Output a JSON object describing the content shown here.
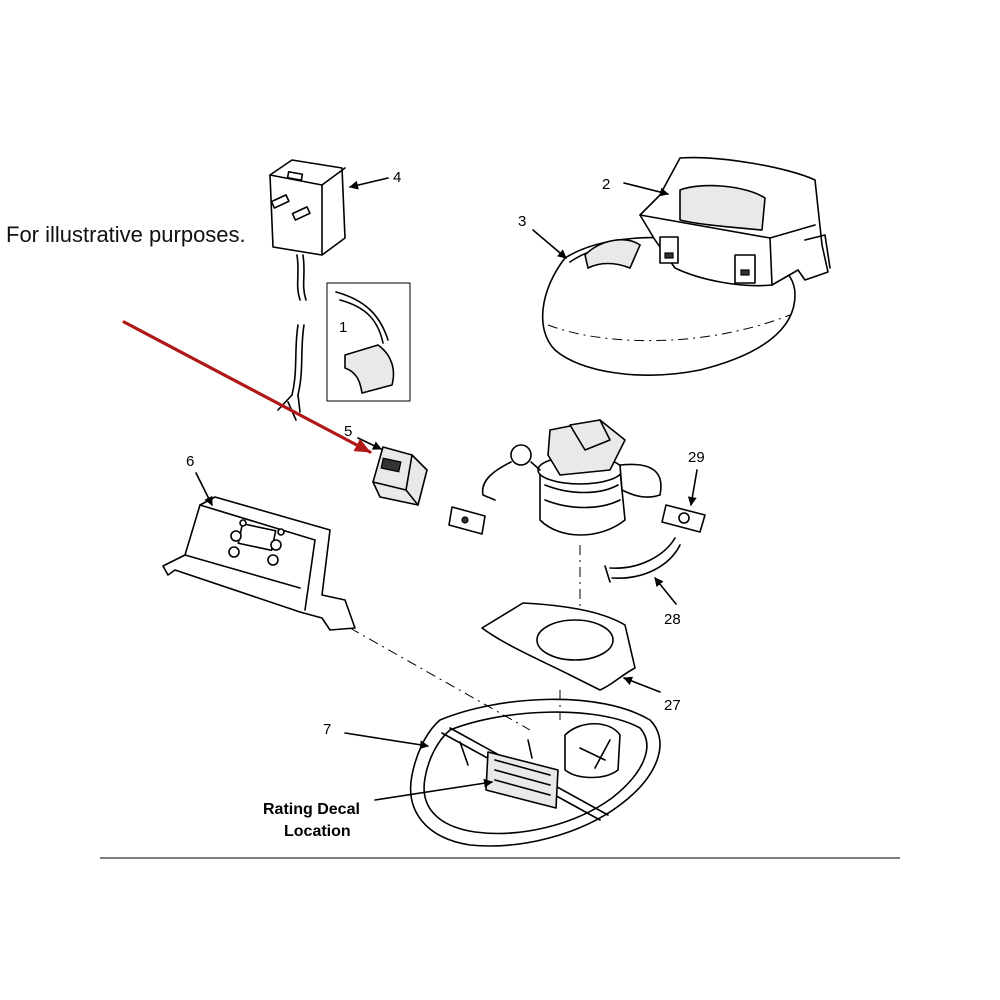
{
  "note": "For illustrative purposes.",
  "callouts": {
    "p1": "1",
    "p2": "2",
    "p3": "3",
    "p4": "4",
    "p5": "5",
    "p6": "6",
    "p7": "7",
    "p27": "27",
    "p28": "28",
    "p29": "29"
  },
  "rating_decal": {
    "line1": "Rating Decal",
    "line2": "Location"
  },
  "colors": {
    "highlight_arrow": "#b01818"
  }
}
